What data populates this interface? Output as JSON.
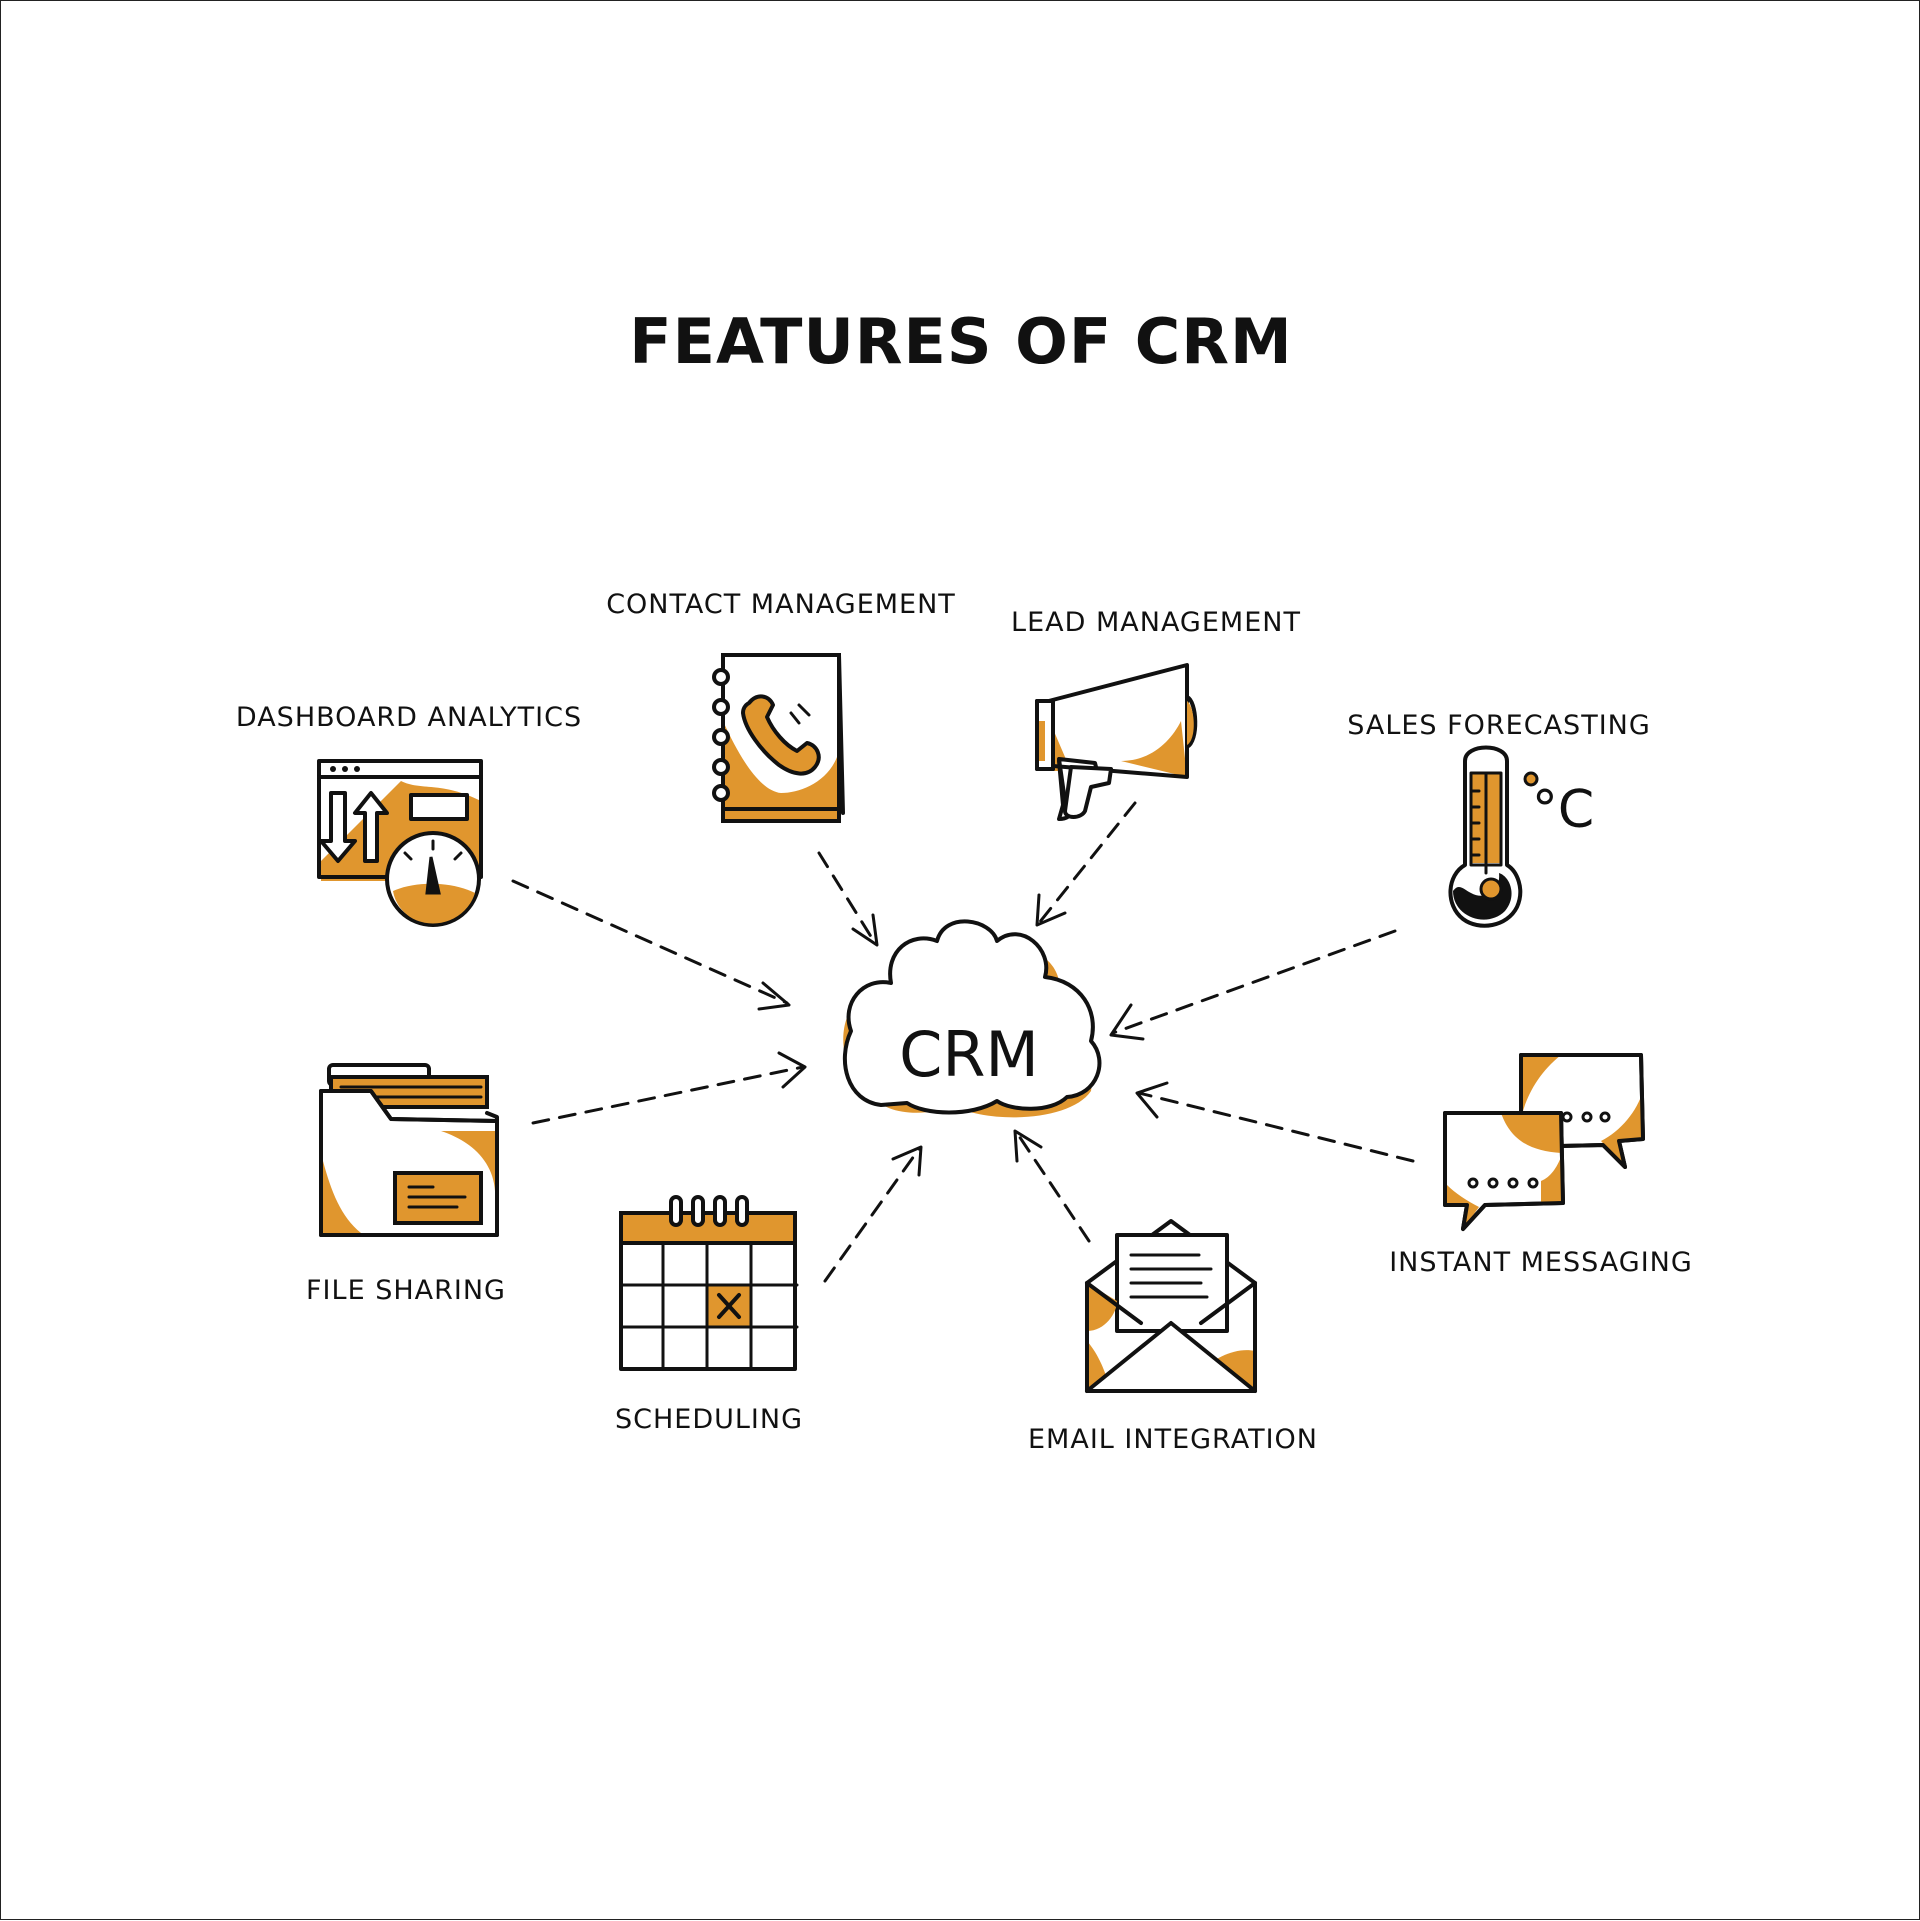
{
  "title": "FEATURES OF CRM",
  "hub": {
    "label": "CRM"
  },
  "colors": {
    "accent": "#E0962E",
    "ink": "#111111",
    "background": "#FFFFFF"
  },
  "features": [
    {
      "id": "dashboard-analytics",
      "label": "DASHBOARD ANALYTICS",
      "icon": "dashboard-gauge-icon"
    },
    {
      "id": "contact-management",
      "label": "CONTACT MANAGEMENT",
      "icon": "phone-book-icon"
    },
    {
      "id": "lead-management",
      "label": "LEAD MANAGEMENT",
      "icon": "megaphone-icon"
    },
    {
      "id": "sales-forecasting",
      "label": "SALES FORECASTING",
      "icon": "thermometer-icon"
    },
    {
      "id": "file-sharing",
      "label": "FILE SHARING",
      "icon": "folder-icon"
    },
    {
      "id": "scheduling",
      "label": "SCHEDULING",
      "icon": "calendar-icon"
    },
    {
      "id": "email-integration",
      "label": "EMAIL INTEGRATION",
      "icon": "envelope-icon"
    },
    {
      "id": "instant-messaging",
      "label": "INSTANT MESSAGING",
      "icon": "chat-bubbles-icon"
    }
  ],
  "thermometer_unit": "°C"
}
